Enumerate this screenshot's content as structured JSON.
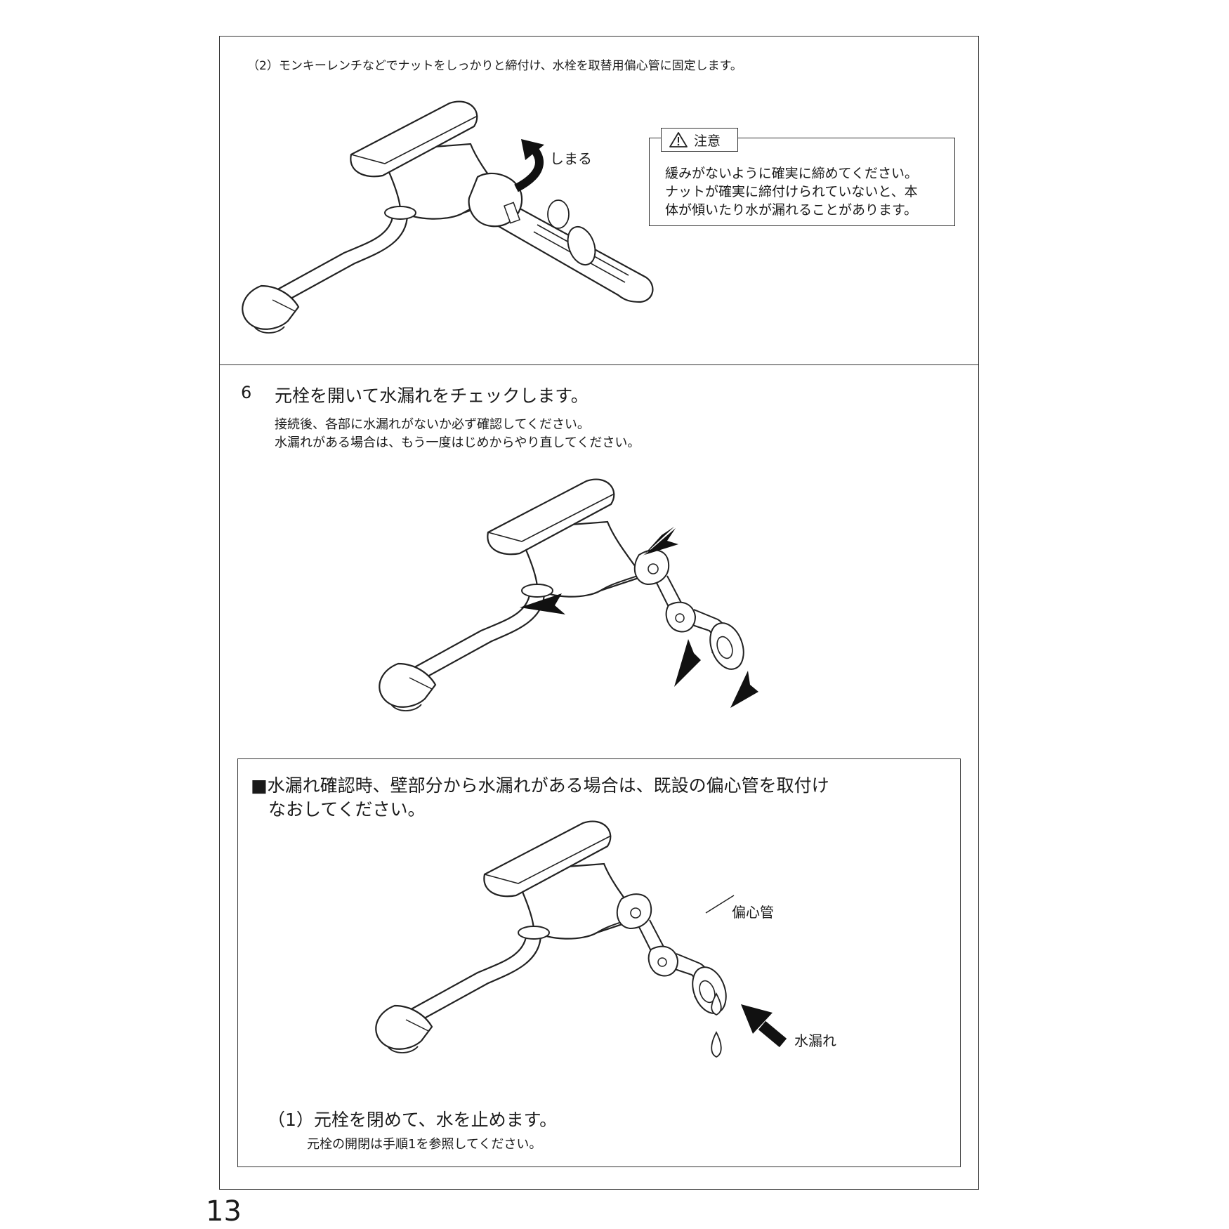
{
  "section_top": {
    "step_text": "（2）モンキーレンチなどでナットをしっかりと締付け、水栓を取替用偏心管に固定します。",
    "tighten_label": "しまる",
    "caution": {
      "title": "注意",
      "lines": [
        "緩みがないように確実に締めてください。",
        "ナットが確実に締付けられていないと、本",
        "体が傾いたり水が漏れることがあります。"
      ]
    }
  },
  "step6": {
    "number": "6",
    "title": "元栓を開いて水漏れをチェックします。",
    "body": [
      "接続後、各部に水漏れがないか必ず確認してください。",
      "水漏れがある場合は、もう一度はじめからやり直してください。"
    ]
  },
  "notice": {
    "lines": [
      "■水漏れ確認時、壁部分から水漏れがある場合は、既設の偏心管を取付け",
      "　なおしてください。"
    ],
    "pipe_label": "偏心管",
    "leak_label": "水漏れ",
    "sub_step": "（1）元栓を閉めて、水を止めます。",
    "sub_step_body": "元栓の開閉は手順1を参照してください。"
  },
  "page_number": "13",
  "icons": [
    "warning-triangle-icon",
    "curved-arrow-icon",
    "pointer-arrow-icon",
    "water-drop-icon"
  ]
}
